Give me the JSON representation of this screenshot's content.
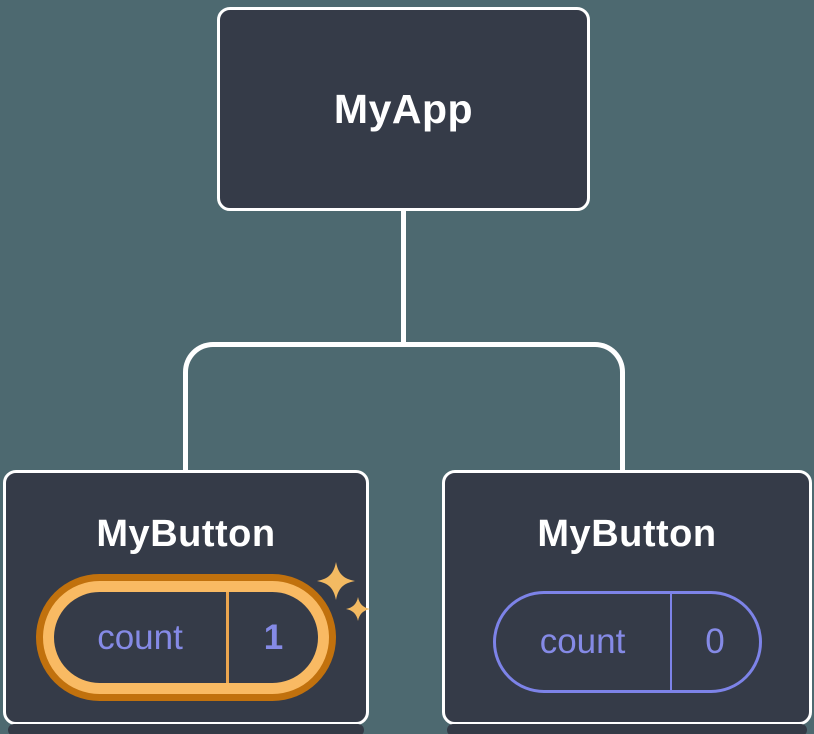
{
  "diagram": {
    "description": "React component tree with isolated state",
    "root": {
      "label": "MyApp"
    },
    "children": [
      {
        "label": "MyButton",
        "state": {
          "key": "count",
          "value": "1"
        },
        "highlighted": true,
        "icon": "sparkles-icon"
      },
      {
        "label": "MyButton",
        "state": {
          "key": "count",
          "value": "0"
        },
        "highlighted": false
      }
    ]
  },
  "colors": {
    "background": "#4d6970",
    "node_fill": "#353b48",
    "node_border": "#ffffff",
    "connector": "#ffffff",
    "text_primary": "#ffffff",
    "state_purple": "#858ae6",
    "pill_border_purple": "#7d83e8",
    "highlight_gold": "#f9ba63",
    "highlight_dark_orange": "#c1710d",
    "divider_gold": "#eca64f",
    "sparkle_gold": "#f3ba62",
    "shadow_strip": "#343a46"
  }
}
